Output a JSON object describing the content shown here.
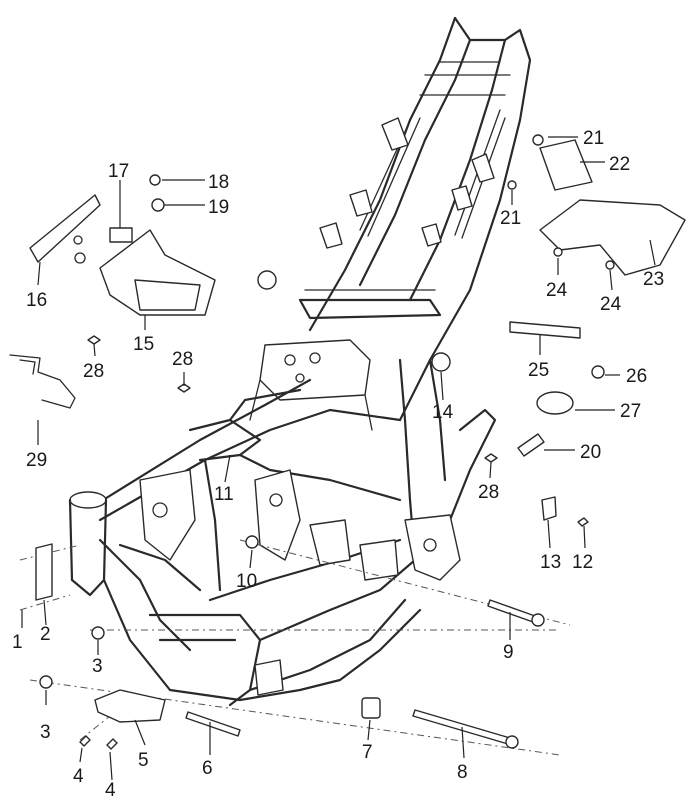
{
  "diagram": {
    "callouts": [
      {
        "id": "c1",
        "label": "1"
      },
      {
        "id": "c2",
        "label": "2"
      },
      {
        "id": "c3a",
        "label": "3"
      },
      {
        "id": "c3b",
        "label": "3"
      },
      {
        "id": "c4a",
        "label": "4"
      },
      {
        "id": "c4b",
        "label": "4"
      },
      {
        "id": "c5",
        "label": "5"
      },
      {
        "id": "c6",
        "label": "6"
      },
      {
        "id": "c7",
        "label": "7"
      },
      {
        "id": "c8",
        "label": "8"
      },
      {
        "id": "c9",
        "label": "9"
      },
      {
        "id": "c10",
        "label": "10"
      },
      {
        "id": "c11",
        "label": "11"
      },
      {
        "id": "c12",
        "label": "12"
      },
      {
        "id": "c13",
        "label": "13"
      },
      {
        "id": "c14",
        "label": "14"
      },
      {
        "id": "c15",
        "label": "15"
      },
      {
        "id": "c16",
        "label": "16"
      },
      {
        "id": "c17",
        "label": "17"
      },
      {
        "id": "c18",
        "label": "18"
      },
      {
        "id": "c19",
        "label": "19"
      },
      {
        "id": "c20",
        "label": "20"
      },
      {
        "id": "c21a",
        "label": "21"
      },
      {
        "id": "c21b",
        "label": "21"
      },
      {
        "id": "c22",
        "label": "22"
      },
      {
        "id": "c23",
        "label": "23"
      },
      {
        "id": "c24a",
        "label": "24"
      },
      {
        "id": "c24b",
        "label": "24"
      },
      {
        "id": "c25",
        "label": "25"
      },
      {
        "id": "c26",
        "label": "26"
      },
      {
        "id": "c27",
        "label": "27"
      },
      {
        "id": "c28a",
        "label": "28"
      },
      {
        "id": "c28b",
        "label": "28"
      },
      {
        "id": "c28c",
        "label": "28"
      },
      {
        "id": "c29",
        "label": "29"
      }
    ]
  }
}
